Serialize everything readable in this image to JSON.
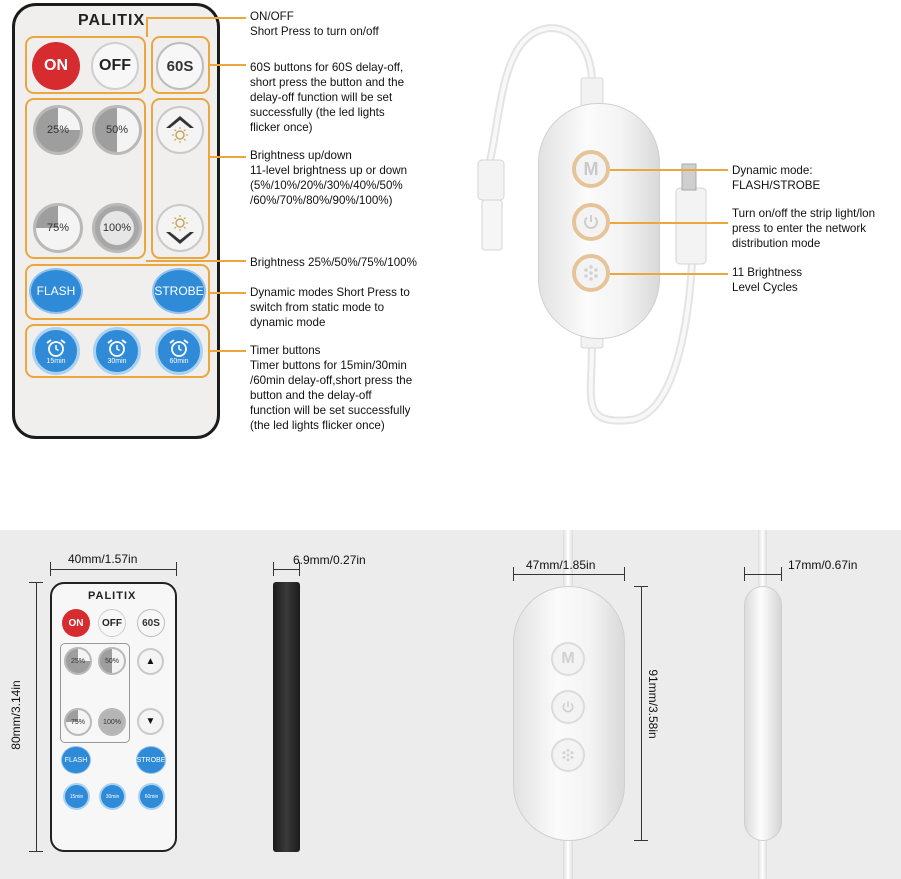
{
  "brand": "PALITIX",
  "remote": {
    "on_label": "ON",
    "off_label": "OFF",
    "s60_label": "60S",
    "b25_label": "25%",
    "b50_label": "50%",
    "b75_label": "75%",
    "b100_label": "100%",
    "flash_label": "FLASH",
    "strobe_label": "STROBE",
    "t15_label": "15min",
    "t30_label": "30min",
    "t60_label": "60min"
  },
  "remote_annotations": {
    "onoff": "ON/OFF\nShort Press to turn on/off",
    "s60": "60S buttons for 60S delay-off,\nshort press the button and the\ndelay-off function will be set\nsuccessfully (the led lights\nflicker once)",
    "updown": "Brightness up/down\n11-level brightness up or down\n(5%/10%/20%/30%/40%/50%\n/60%/70%/80%/90%/100%)",
    "levels": "Brightness 25%/50%/75%/100%",
    "dynamic": "Dynamic modes Short Press to\nswitch from static mode to\ndynamic mode",
    "timer": "Timer buttons\nTimer buttons for 15min/30min\n/60min delay-off,short press the\nbutton and the delay-off\nfunction will be set successfully\n(the led lights flicker once)"
  },
  "controller": {
    "m_label": "M",
    "annotations": {
      "dynamic": "Dynamic mode:\nFLASH/STROBE",
      "power": "Turn on/off the strip light/lon\npress to enter the network\ndistribution mode",
      "brightness": "11 Brightness\nLevel Cycles"
    }
  },
  "dimensions": {
    "remote_width": "40mm/1.57in",
    "remote_height": "80mm/3.14in",
    "remote_thickness": "6.9mm/0.27in",
    "controller_width": "47mm/1.85in",
    "controller_height": "91mm/3.58in",
    "controller_thickness": "17mm/0.67in"
  },
  "colors": {
    "accent_orange": "#e9a73e",
    "on_red": "#d62b2f",
    "mode_blue": "#2f8ad7"
  }
}
